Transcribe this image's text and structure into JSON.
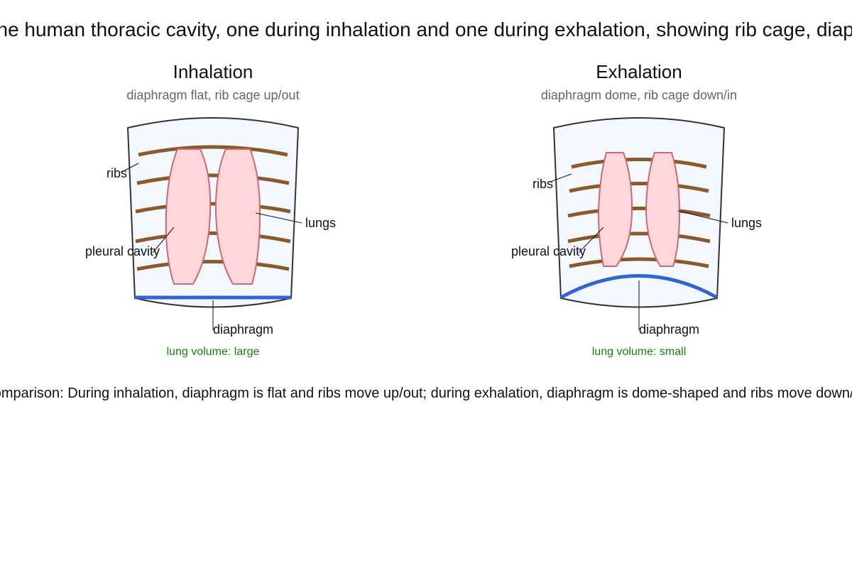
{
  "title": "Two cross-section diagrams of the human thoracic cavity, one during inhalation and one during exhalation, showing rib cage, diaphragm, lungs, and pleural cavity",
  "panels": [
    {
      "title": "Inhalation",
      "subtitle": "diaphragm flat, rib cage up/out",
      "labels": {
        "ribs": "ribs",
        "lungs": "lungs",
        "pleural": "pleural cavity",
        "diaphragm": "diaphragm"
      },
      "volume": "lung volume: large"
    },
    {
      "title": "Exhalation",
      "subtitle": "diaphragm dome, rib cage down/in",
      "labels": {
        "ribs": "ribs",
        "lungs": "lungs",
        "pleural": "pleural cavity",
        "diaphragm": "diaphragm"
      },
      "volume": "lung volume: small"
    }
  ],
  "caption": "Comparison: During inhalation, diaphragm is flat and ribs move up/out; during exhalation, diaphragm is dome-shaped and ribs move down/in.",
  "colors": {
    "rib": "#8B5A2B",
    "lung_fill": "#FFD6DA",
    "lung_stroke": "#C96A72",
    "diaphragm": "#3366CC",
    "cavity_fill": "#F3F8FE",
    "cavity_stroke": "#333333",
    "volume_text": "#1A7A1A"
  }
}
